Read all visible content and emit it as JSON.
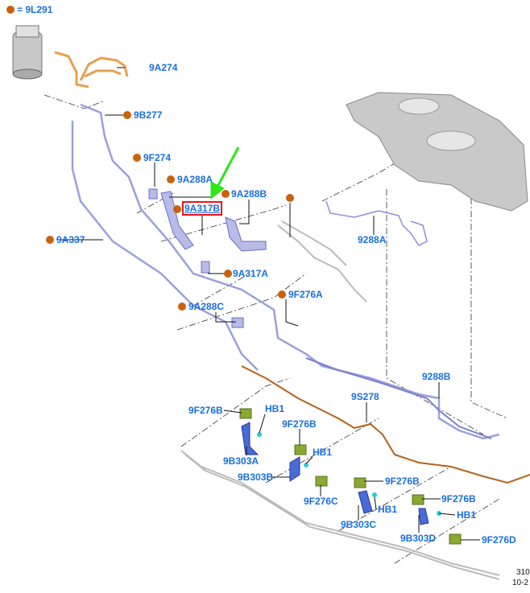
{
  "legend": {
    "marker_color": "#c9620d",
    "text": "= 9L291"
  },
  "labels": {
    "l9A274": "9A274",
    "l9B277": "9B277",
    "l9F274": "9F274",
    "l9A288A": "9A288A",
    "l9A288B": "9A288B",
    "l9A317B": "9A317B",
    "l9A337": "9A337",
    "l9A317A": "9A317A",
    "l9F276A": "9F276A",
    "l9A288C": "9A288C",
    "l9288A": "9288A",
    "l9288B": "9288B",
    "l9S278": "9S278",
    "l9F276B_1": "9F276B",
    "lHB1_1": "HB1",
    "l9F276B_2": "9F276B",
    "lHB1_2": "HB1",
    "l9B303A": "9B303A",
    "l9B303B": "9B303B",
    "l9F276C": "9F276C",
    "l9F276B_3": "9F276B",
    "lHB1_3": "HB1",
    "l9B303C": "9B303C",
    "l9F276B_4": "9F276B",
    "lHB1_4": "HB1",
    "l9B303D": "9B303D",
    "l9F276D": "9F276D"
  },
  "highlight": {
    "label": "9A317B",
    "box_color": "#e8141b",
    "arrow_color": "#2ee81a"
  },
  "colors": {
    "label": "#1a6fe0",
    "pipe_purple": "#8a8fd6",
    "pipe_brown": "#b4621a",
    "clip_green": "#8aa832",
    "clip_blue": "#4a6ad8"
  },
  "corner_code": {
    "line1": "310",
    "line2": "10-2"
  }
}
